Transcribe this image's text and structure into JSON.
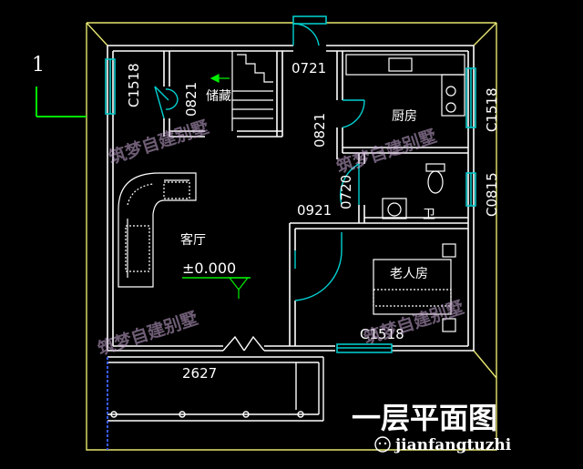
{
  "drawing": {
    "title": "一层平面图",
    "axis_marker": "1",
    "watermark": "筑梦自建别墅",
    "site": "jianfangtuzhi"
  },
  "rooms": {
    "storage": "储藏",
    "kitchen": "厨房",
    "bathroom": "卫",
    "living": "客厅",
    "elder_bedroom": "老人房"
  },
  "level": "±0.000",
  "dims": {
    "bottom": "2627",
    "window_left": "C1518",
    "window_right_top": "C1518",
    "window_right_mid": "C0815",
    "door_storage": "0821",
    "door_entry": "0721",
    "door_kitchen": "0821",
    "door_bath": "0720",
    "door_bedroom": "0921",
    "window_bedroom": "C1518"
  },
  "colors": {
    "wall": "#ffffff",
    "door_arc": "#00d0d0",
    "outline": "#e6e670",
    "axis": "#00ee00",
    "window": "#00c8c8",
    "watermark": "#c8a9d6"
  }
}
